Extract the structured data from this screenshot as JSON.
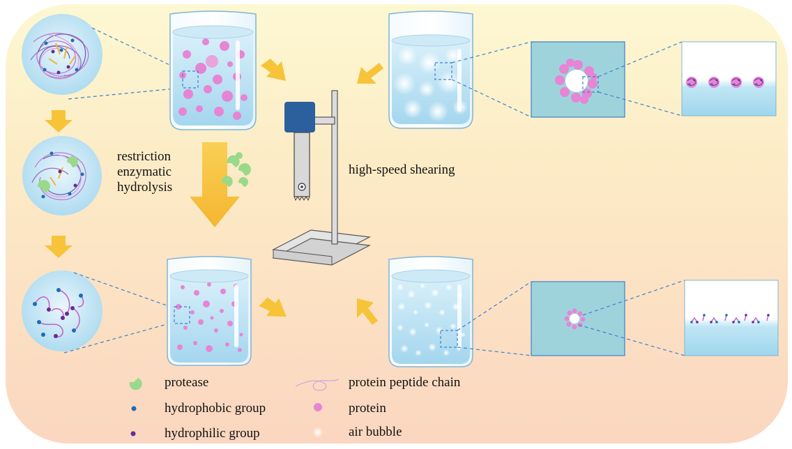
{
  "process": {
    "enzymatic_line1": "restriction",
    "enzymatic_line2": "enzymatic",
    "enzymatic_line3": "hydrolysis",
    "shearing": "high-speed shearing"
  },
  "legend": [
    {
      "name": "protease",
      "symbol": "protease-icon"
    },
    {
      "name": "hydrophobic group",
      "symbol": "hydrophobic-group-icon"
    },
    {
      "name": "hydrophilic group",
      "symbol": "hydrophilic-group-icon"
    },
    {
      "name": "protein peptide chain",
      "symbol": "peptide-chain-icon"
    },
    {
      "name": "protein",
      "symbol": "protein-icon"
    },
    {
      "name": "air bubble",
      "symbol": "air-bubble-icon"
    }
  ],
  "colors": {
    "background_top": "#fbf4c9",
    "background_bottom": "#fbd9c2",
    "arrow": "#f7c338",
    "water": "#bfe6f4",
    "protein": "#e685d4",
    "hydrophobic": "#1f6db5",
    "hydrophilic": "#6a2a93",
    "protease": "#9ad98a",
    "stand": "#2c5f9e",
    "dashed": "#3f7fcf"
  }
}
